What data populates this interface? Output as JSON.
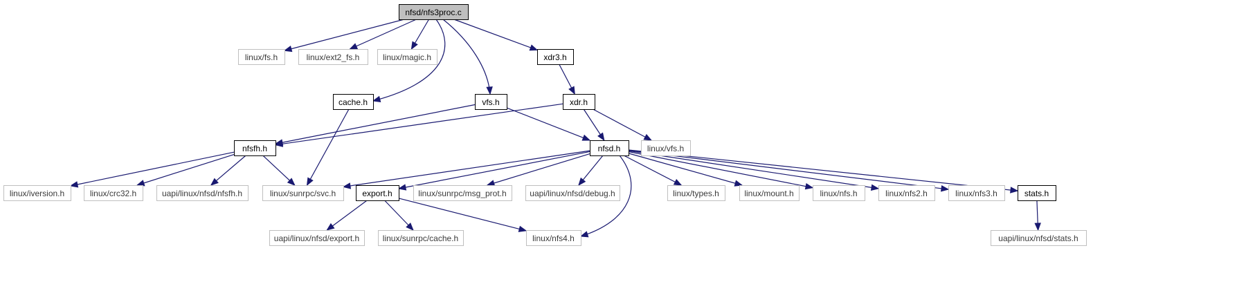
{
  "diagram": {
    "nodes": [
      {
        "id": "root",
        "label": "nfsd/nfs3proc.c",
        "kind": "root"
      },
      {
        "id": "linux_fs",
        "label": "linux/fs.h",
        "kind": "external"
      },
      {
        "id": "linux_ext2",
        "label": "linux/ext2_fs.h",
        "kind": "external"
      },
      {
        "id": "linux_magic",
        "label": "linux/magic.h",
        "kind": "external"
      },
      {
        "id": "xdr3",
        "label": "xdr3.h",
        "kind": "internal"
      },
      {
        "id": "cache",
        "label": "cache.h",
        "kind": "internal"
      },
      {
        "id": "vfs",
        "label": "vfs.h",
        "kind": "internal"
      },
      {
        "id": "xdr",
        "label": "xdr.h",
        "kind": "internal"
      },
      {
        "id": "nfsfh",
        "label": "nfsfh.h",
        "kind": "internal"
      },
      {
        "id": "nfsd",
        "label": "nfsd.h",
        "kind": "internal"
      },
      {
        "id": "linux_vfs",
        "label": "linux/vfs.h",
        "kind": "external"
      },
      {
        "id": "linux_iversion",
        "label": "linux/iversion.h",
        "kind": "external"
      },
      {
        "id": "linux_crc32",
        "label": "linux/crc32.h",
        "kind": "external"
      },
      {
        "id": "uapi_nfsfh",
        "label": "uapi/linux/nfsd/nfsfh.h",
        "kind": "external"
      },
      {
        "id": "sunrpc_svc",
        "label": "linux/sunrpc/svc.h",
        "kind": "external"
      },
      {
        "id": "export",
        "label": "export.h",
        "kind": "internal"
      },
      {
        "id": "sunrpc_msgprot",
        "label": "linux/sunrpc/msg_prot.h",
        "kind": "external"
      },
      {
        "id": "uapi_debug",
        "label": "uapi/linux/nfsd/debug.h",
        "kind": "external"
      },
      {
        "id": "linux_types",
        "label": "linux/types.h",
        "kind": "external"
      },
      {
        "id": "linux_mount",
        "label": "linux/mount.h",
        "kind": "external"
      },
      {
        "id": "linux_nfs",
        "label": "linux/nfs.h",
        "kind": "external"
      },
      {
        "id": "linux_nfs2",
        "label": "linux/nfs2.h",
        "kind": "external"
      },
      {
        "id": "linux_nfs3",
        "label": "linux/nfs3.h",
        "kind": "external"
      },
      {
        "id": "stats",
        "label": "stats.h",
        "kind": "internal"
      },
      {
        "id": "uapi_export",
        "label": "uapi/linux/nfsd/export.h",
        "kind": "external"
      },
      {
        "id": "sunrpc_cache",
        "label": "linux/sunrpc/cache.h",
        "kind": "external"
      },
      {
        "id": "linux_nfs4",
        "label": "linux/nfs4.h",
        "kind": "external"
      },
      {
        "id": "uapi_stats",
        "label": "uapi/linux/nfsd/stats.h",
        "kind": "external"
      }
    ],
    "edges": [
      {
        "from": "root",
        "to": "linux_fs"
      },
      {
        "from": "root",
        "to": "linux_ext2"
      },
      {
        "from": "root",
        "to": "linux_magic"
      },
      {
        "from": "root",
        "to": "xdr3"
      },
      {
        "from": "root",
        "to": "cache"
      },
      {
        "from": "root",
        "to": "vfs"
      },
      {
        "from": "xdr3",
        "to": "xdr"
      },
      {
        "from": "cache",
        "to": "sunrpc_svc"
      },
      {
        "from": "vfs",
        "to": "nfsfh"
      },
      {
        "from": "vfs",
        "to": "nfsd"
      },
      {
        "from": "xdr",
        "to": "nfsfh"
      },
      {
        "from": "xdr",
        "to": "nfsd"
      },
      {
        "from": "xdr",
        "to": "linux_vfs"
      },
      {
        "from": "nfsfh",
        "to": "linux_iversion"
      },
      {
        "from": "nfsfh",
        "to": "linux_crc32"
      },
      {
        "from": "nfsfh",
        "to": "uapi_nfsfh"
      },
      {
        "from": "nfsfh",
        "to": "sunrpc_svc"
      },
      {
        "from": "nfsd",
        "to": "sunrpc_svc"
      },
      {
        "from": "nfsd",
        "to": "export"
      },
      {
        "from": "nfsd",
        "to": "sunrpc_msgprot"
      },
      {
        "from": "nfsd",
        "to": "uapi_debug"
      },
      {
        "from": "nfsd",
        "to": "linux_types"
      },
      {
        "from": "nfsd",
        "to": "linux_mount"
      },
      {
        "from": "nfsd",
        "to": "linux_nfs"
      },
      {
        "from": "nfsd",
        "to": "linux_nfs2"
      },
      {
        "from": "nfsd",
        "to": "linux_nfs3"
      },
      {
        "from": "nfsd",
        "to": "stats"
      },
      {
        "from": "nfsd",
        "to": "linux_nfs4"
      },
      {
        "from": "export",
        "to": "uapi_export"
      },
      {
        "from": "export",
        "to": "sunrpc_cache"
      },
      {
        "from": "export",
        "to": "linux_nfs4"
      },
      {
        "from": "stats",
        "to": "uapi_stats"
      }
    ],
    "colors": {
      "edge": "#191970",
      "root_fill": "#bfbfbf",
      "internal_border": "#000000",
      "external_border": "#bfbfbf"
    }
  }
}
